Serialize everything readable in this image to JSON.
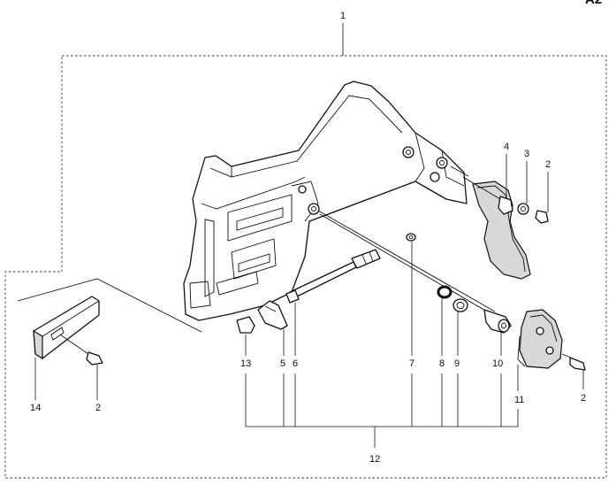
{
  "diagram": {
    "corner_code": "A2",
    "callouts": {
      "c1": "1",
      "c2a": "2",
      "c2b": "2",
      "c2c": "2",
      "c3": "3",
      "c4": "4",
      "c5": "5",
      "c6": "6",
      "c7": "7",
      "c8": "8",
      "c9": "9",
      "c10": "10",
      "c11": "11",
      "c12": "12",
      "c13": "13",
      "c14": "14"
    }
  }
}
